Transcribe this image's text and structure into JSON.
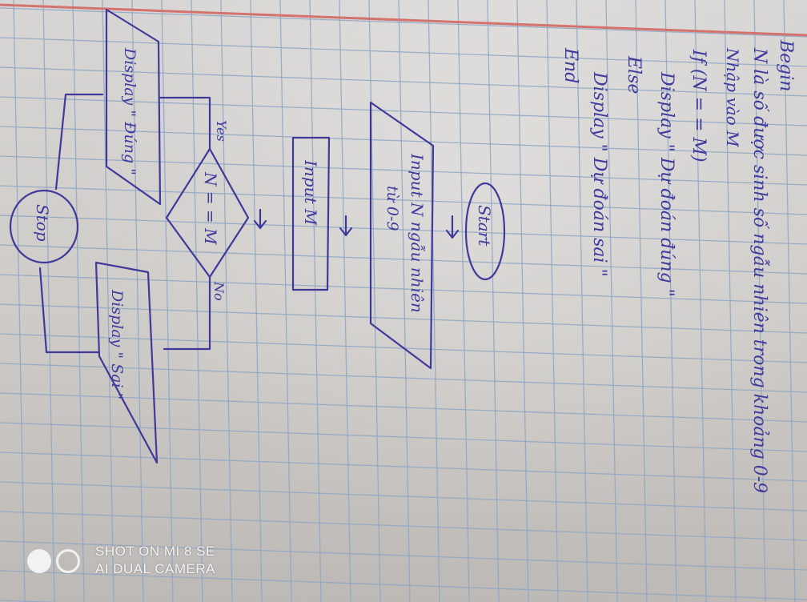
{
  "pseudocode": {
    "begin": "Begin",
    "line1": "N là số được sinh số ngẫu nhiên trong khoảng 0-9",
    "line2": "Nhập vào M",
    "line3": "If (N = = M)",
    "line4": "Display \" Dự đoán đúng \"",
    "line5": "Else",
    "line6": "Display \" Dự đoán sai \"",
    "end": "End"
  },
  "flowchart": {
    "start": "Start",
    "input_n": "Input N ngẫu nhiên",
    "input_n_range": "từ 0-9",
    "input_m": "Input M",
    "condition": "N = = M",
    "yes_label": "Yes",
    "no_label": "No",
    "display_right": "Display \" Đúng \"",
    "display_wrong": "Display \" Sai \"",
    "stop": "Stop"
  },
  "watermark": {
    "line1": "SHOT ON MI 8 SE",
    "line2": "AI DUAL CAMERA"
  },
  "colors": {
    "ink": "#3f3a9c",
    "paper": "#d2cfcc",
    "grid": "#8fa6c4",
    "margin_line": "#d4736e"
  }
}
